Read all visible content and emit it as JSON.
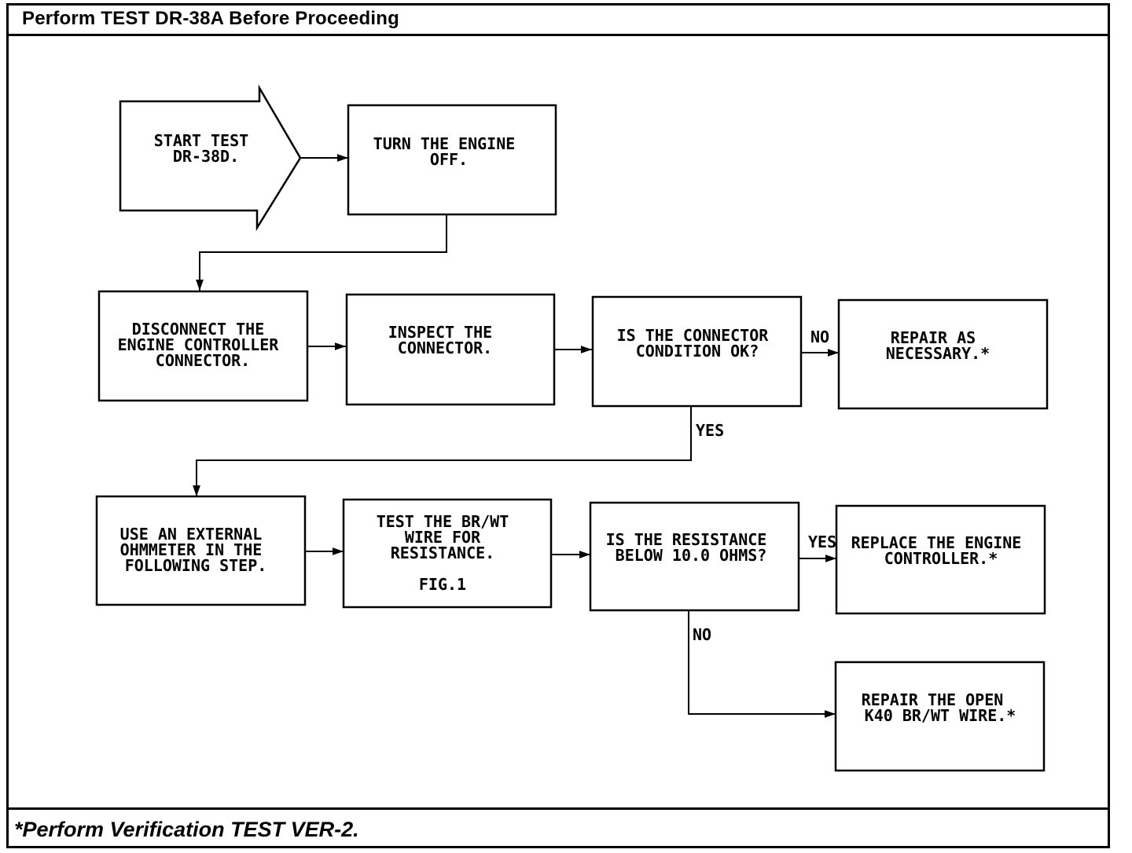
{
  "header": {
    "title": "Perform TEST DR-38A Before Proceeding"
  },
  "footer": {
    "note": "*Perform Verification TEST VER-2."
  },
  "diagram": {
    "nodes": {
      "start": [
        "START TEST",
        "DR-38D."
      ],
      "turn_off": [
        "TURN THE ENGINE",
        "OFF."
      ],
      "disconnect": [
        "DISCONNECT THE",
        "ENGINE CONTROLLER",
        "CONNECTOR."
      ],
      "inspect": [
        "INSPECT THE",
        "CONNECTOR."
      ],
      "condition_ok": [
        "IS THE CONNECTOR",
        "CONDITION OK?"
      ],
      "repair_necessary": [
        "REPAIR AS",
        "NECESSARY.*"
      ],
      "use_ohmmeter": [
        "USE AN EXTERNAL",
        "OHMMETER IN THE",
        "FOLLOWING STEP."
      ],
      "test_wire": [
        "TEST THE BR/WT",
        "WIRE FOR",
        "RESISTANCE."
      ],
      "test_wire_fig": "FIG.1",
      "resistance_below": [
        "IS THE RESISTANCE",
        "BELOW 10.0 OHMS?"
      ],
      "replace_controller": [
        "REPLACE THE ENGINE",
        "CONTROLLER.*"
      ],
      "repair_open": [
        "REPAIR THE OPEN",
        "K40 BR/WT WIRE.*"
      ]
    },
    "edge_labels": {
      "condition_no": "NO",
      "condition_yes": "YES",
      "resistance_yes": "YES",
      "resistance_no": "NO"
    }
  }
}
